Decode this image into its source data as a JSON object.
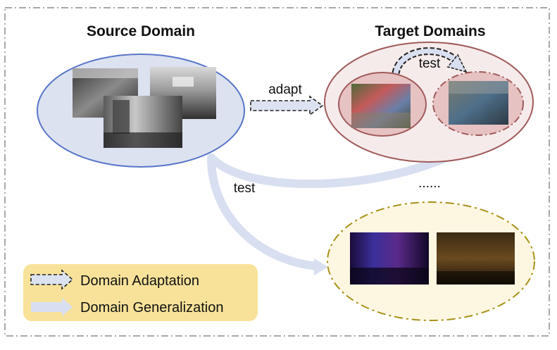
{
  "source": {
    "title": "Source Domain"
  },
  "target": {
    "title": "Target Domains"
  },
  "arrows": {
    "adapt": "adapt",
    "test_target": "test",
    "test_source": "test",
    "more": "......"
  },
  "legend": {
    "adaptation": "Domain Adaptation",
    "generalization": "Domain Generalization"
  },
  "colors": {
    "frame": "#a9a9a9",
    "source_fill": "#dde2f1",
    "source_stroke": "#5875c8",
    "target_fill": "#f6ebeb",
    "target_stroke": "#a05a5a",
    "inner_fill": "#e7c2c2",
    "gen_fill": "#fdf7e2",
    "gen_stroke": "#a89218",
    "legend_fill": "#f8e29a",
    "arrow_light": "#d8dff0"
  }
}
